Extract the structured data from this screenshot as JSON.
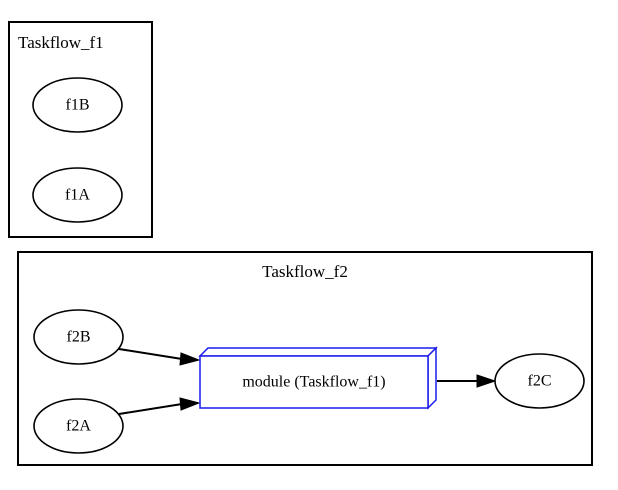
{
  "diagram": {
    "type": "graphviz-taskflow-graph",
    "background_color": "#ffffff",
    "clusters": [
      {
        "id": "cluster_f1",
        "label": "Taskflow_f1",
        "label_align": "left",
        "border_color": "#000000",
        "nodes": [
          "f1B",
          "f1A"
        ]
      },
      {
        "id": "cluster_f2",
        "label": "Taskflow_f2",
        "label_align": "center",
        "border_color": "#000000",
        "nodes": [
          "f2B",
          "f2A",
          "module (Taskflow_f1)",
          "f2C"
        ]
      }
    ],
    "nodes": [
      {
        "id": "f1B",
        "label": "f1B",
        "shape": "ellipse",
        "color": "#000000"
      },
      {
        "id": "f1A",
        "label": "f1A",
        "shape": "ellipse",
        "color": "#000000"
      },
      {
        "id": "f2B",
        "label": "f2B",
        "shape": "ellipse",
        "color": "#000000"
      },
      {
        "id": "f2A",
        "label": "f2A",
        "shape": "ellipse",
        "color": "#000000"
      },
      {
        "id": "module_f1",
        "label": "module (Taskflow_f1)",
        "shape": "box3d",
        "color": "#1a1aee"
      },
      {
        "id": "f2C",
        "label": "f2C",
        "shape": "ellipse",
        "color": "#000000"
      }
    ],
    "edges": [
      {
        "from": "f2B",
        "to": "module_f1",
        "arrow": "normal"
      },
      {
        "from": "f2A",
        "to": "module_f1",
        "arrow": "normal"
      },
      {
        "from": "module_f1",
        "to": "f2C",
        "arrow": "normal"
      }
    ]
  },
  "labels": {
    "cluster_f1": "Taskflow_f1",
    "cluster_f2": "Taskflow_f2",
    "f1B": "f1B",
    "f1A": "f1A",
    "f2B": "f2B",
    "f2A": "f2A",
    "module_f1": "module (Taskflow_f1)",
    "f2C": "f2C"
  }
}
